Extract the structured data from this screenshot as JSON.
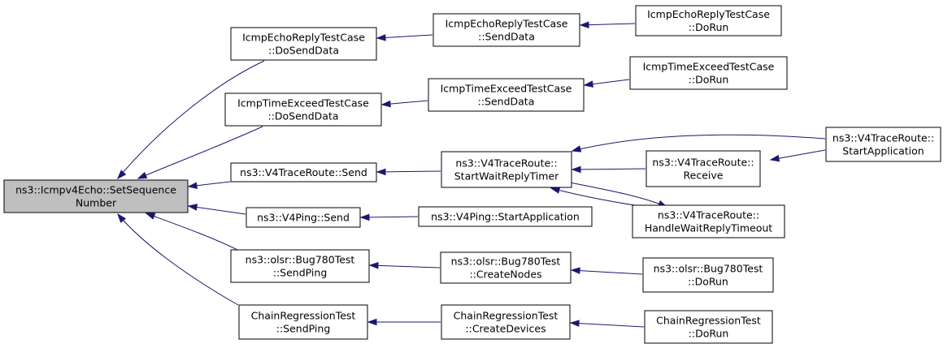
{
  "diagram": {
    "root": {
      "id": "root",
      "lines": [
        "ns3::Icmpv4Echo::SetSequence",
        "Number"
      ]
    },
    "nodes": [
      {
        "id": "n1",
        "lines": [
          "IcmpEchoReplyTestCase",
          "::DoSendData"
        ]
      },
      {
        "id": "n2",
        "lines": [
          "IcmpEchoReplyTestCase",
          "::SendData"
        ]
      },
      {
        "id": "n3",
        "lines": [
          "IcmpEchoReplyTestCase",
          "::DoRun"
        ]
      },
      {
        "id": "n4",
        "lines": [
          "IcmpTimeExceedTestCase",
          "::DoSendData"
        ]
      },
      {
        "id": "n5",
        "lines": [
          "IcmpTimeExceedTestCase",
          "::SendData"
        ]
      },
      {
        "id": "n6",
        "lines": [
          "IcmpTimeExceedTestCase",
          "::DoRun"
        ]
      },
      {
        "id": "n7",
        "lines": [
          "ns3::V4TraceRoute::Send"
        ]
      },
      {
        "id": "n8",
        "lines": [
          "ns3::V4TraceRoute::",
          "StartWaitReplyTimer"
        ]
      },
      {
        "id": "n9",
        "lines": [
          "ns3::V4TraceRoute::",
          "StartApplication"
        ]
      },
      {
        "id": "n10",
        "lines": [
          "ns3::V4TraceRoute::",
          "Receive"
        ]
      },
      {
        "id": "n11",
        "lines": [
          "ns3::V4TraceRoute::",
          "HandleWaitReplyTimeout"
        ]
      },
      {
        "id": "n12",
        "lines": [
          "ns3::V4Ping::Send"
        ]
      },
      {
        "id": "n13",
        "lines": [
          "ns3::V4Ping::StartApplication"
        ]
      },
      {
        "id": "n14",
        "lines": [
          "ns3::olsr::Bug780Test",
          "::SendPing"
        ]
      },
      {
        "id": "n15",
        "lines": [
          "ns3::olsr::Bug780Test",
          "::CreateNodes"
        ]
      },
      {
        "id": "n16",
        "lines": [
          "ns3::olsr::Bug780Test",
          "::DoRun"
        ]
      },
      {
        "id": "n17",
        "lines": [
          "ChainRegressionTest",
          "::SendPing"
        ]
      },
      {
        "id": "n18",
        "lines": [
          "ChainRegressionTest",
          "::CreateDevices"
        ]
      },
      {
        "id": "n19",
        "lines": [
          "ChainRegressionTest",
          "::DoRun"
        ]
      }
    ],
    "edges": [
      {
        "from": "n1",
        "to": "root"
      },
      {
        "from": "n4",
        "to": "root"
      },
      {
        "from": "n7",
        "to": "root"
      },
      {
        "from": "n12",
        "to": "root"
      },
      {
        "from": "n14",
        "to": "root"
      },
      {
        "from": "n17",
        "to": "root"
      },
      {
        "from": "n2",
        "to": "n1"
      },
      {
        "from": "n3",
        "to": "n2"
      },
      {
        "from": "n5",
        "to": "n4"
      },
      {
        "from": "n6",
        "to": "n5"
      },
      {
        "from": "n8",
        "to": "n7"
      },
      {
        "from": "n9",
        "to": "n8"
      },
      {
        "from": "n10",
        "to": "n8"
      },
      {
        "from": "n11",
        "to": "n8"
      },
      {
        "from": "n9",
        "to": "n10"
      },
      {
        "from": "n8",
        "to": "n11"
      },
      {
        "from": "n13",
        "to": "n12"
      },
      {
        "from": "n15",
        "to": "n14"
      },
      {
        "from": "n16",
        "to": "n15"
      },
      {
        "from": "n18",
        "to": "n17"
      },
      {
        "from": "n19",
        "to": "n18"
      }
    ],
    "colors": {
      "edge": "#191970",
      "root_fill": "#bfbfbf",
      "node_fill": "#ffffff",
      "border": "#000000"
    }
  }
}
